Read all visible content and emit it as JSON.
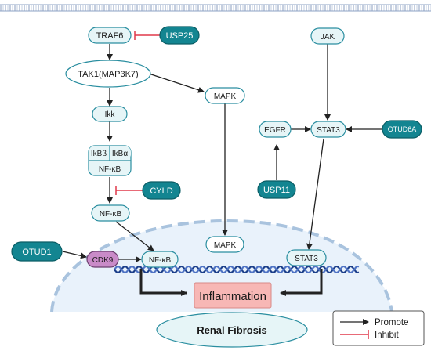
{
  "colors": {
    "light_node_fill": "#e6f5f7",
    "light_node_stroke": "#2a8ea0",
    "dark_node_fill": "#138591",
    "dark_node_stroke": "#0b5e66",
    "cdk9_fill": "#c98bc8",
    "inflammation_fill": "#f7b7b5",
    "nucleus_fill": "#e9f2fb",
    "promote_color": "#222222",
    "inhibit_color": "#e0384a"
  },
  "nodes": {
    "traf6": "TRAF6",
    "usp25": "USP25",
    "tak1": "TAK1(MAP3K7)",
    "mapk_top": "MAPK",
    "ikk": "Ikk",
    "ikbb": "IkBβ",
    "ikba": "IkBα",
    "nfkb_1": "NF-κB",
    "cyld": "CYLD",
    "nfkb_2": "NF-κB",
    "otud1": "OTUD1",
    "cdk9": "CDK9",
    "nfkb_3": "NF-κB",
    "mapk_nucleus": "MAPK",
    "jak": "JAK",
    "egfr": "EGFR",
    "stat3_top": "STAT3",
    "otud6a": "OTUD6A",
    "usp11": "USP11",
    "stat3_nucleus": "STAT3",
    "inflammation": "Inflammation",
    "renal_fibrosis": "Renal Fibrosis"
  },
  "legend": {
    "promote": "Promote",
    "inhibit": "Inhibit"
  }
}
